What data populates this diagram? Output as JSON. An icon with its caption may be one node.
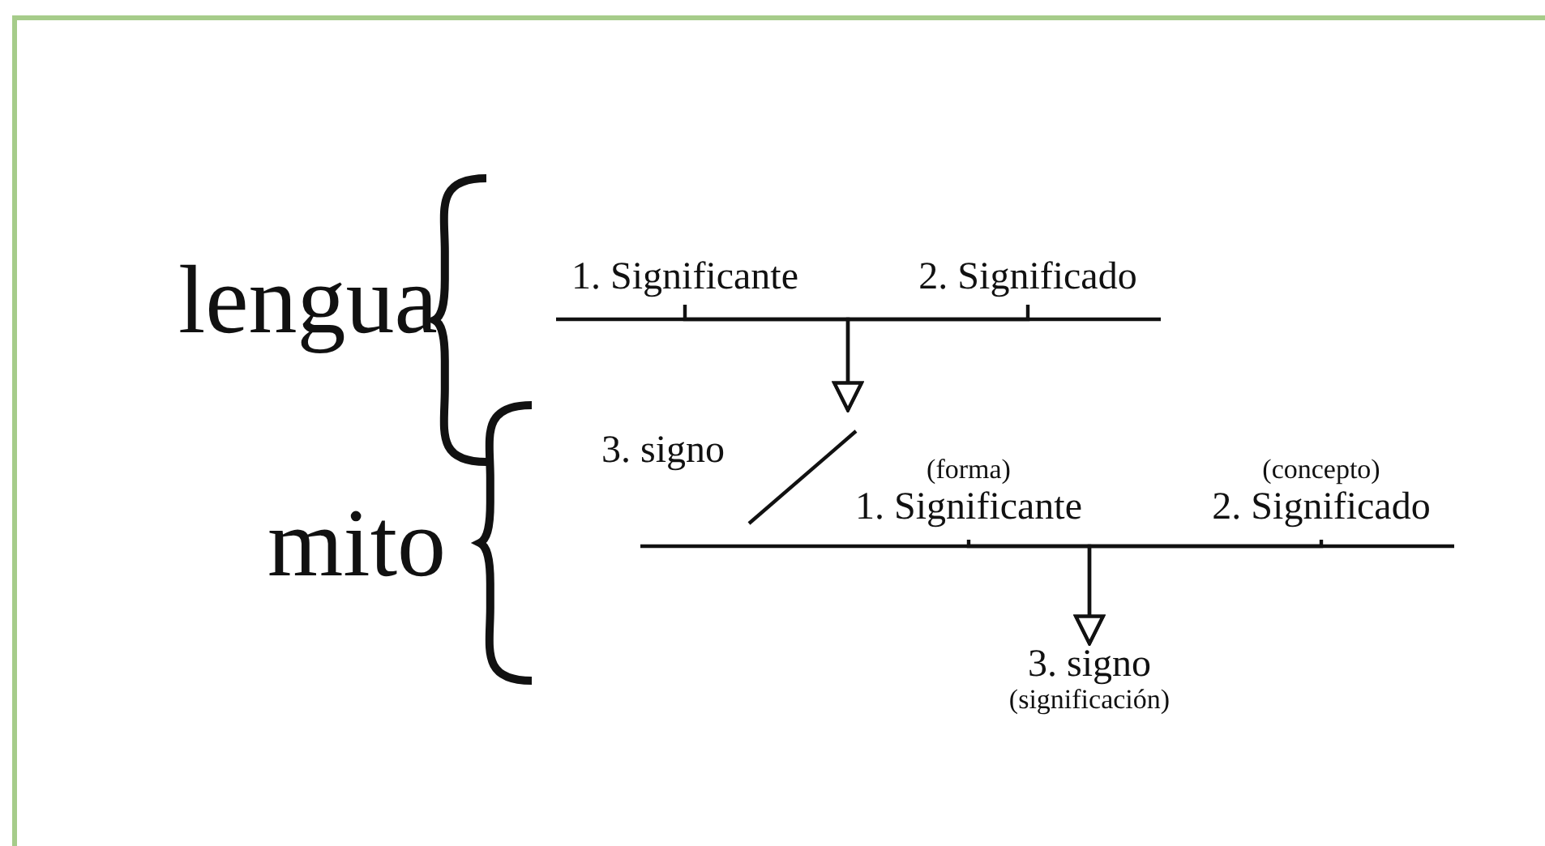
{
  "diagram": {
    "nodes": [
      {
        "text": [
          "1. Significante"
        ]
      },
      {
        "text": [
          "2. Significado"
        ]
      },
      {
        "text": [
          "3. signo"
        ]
      },
      {
        "text": [
          "(forma)",
          "1. Significante"
        ]
      },
      {
        "text": [
          "(concepto)",
          "2. Significado"
        ]
      },
      {
        "text": [
          "3. signo",
          "(significación)"
        ]
      }
    ],
    "edges": [
      {
        "from": 0,
        "to": 2,
        "arrow": "to"
      },
      {
        "from": 1,
        "to": 2,
        "arrow": "to"
      },
      {
        "from": 3,
        "to": 5,
        "arrow": "to"
      },
      {
        "from": 4,
        "to": 5,
        "arrow": "to"
      }
    ],
    "labels": [
      "lengua",
      "mito"
    ]
  }
}
